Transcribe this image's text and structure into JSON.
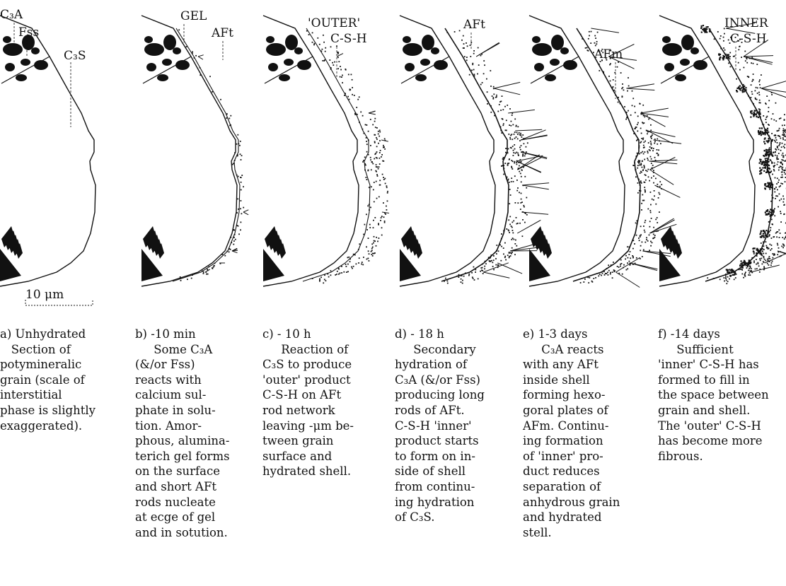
{
  "labels": {
    "a_c3a": "C₃A",
    "a_fss": "Fss",
    "a_c3s": "C₃S",
    "b_gel": "GEL",
    "b_aft": "AFt",
    "c_outer": "'OUTER'",
    "c_csh": "C-S-H",
    "d_aft": "AFt",
    "e_afm": "AFm",
    "f_inner": "INNER",
    "f_csh": "C-S-H"
  },
  "scale_bar": {
    "label": "10 μm"
  },
  "panels": [
    {
      "id": "a",
      "head": "a)  Unhydrated",
      "body": "   Section of\npotymineralic\ngrain (scale of\ninterstitial\nphase is slightly\nexaggerated)."
    },
    {
      "id": "b",
      "head": "b)  -10 min",
      "body": "     Some C₃A\n(&/or Fss)\nreacts with\ncalcium sul-\nphate in solu-\ntion. Amor-\nphous, alumina-\nterich gel forms\non the surface\nand short AFt\nrods nucleate\nat ecge of gel\nand in sotution."
    },
    {
      "id": "c",
      "head": "c)  - 10 h",
      "body": "     Reaction of\nC₃S to produce\n'outer' product\nC-S-H on AFt\nrod network\nleaving -μm be-\ntween grain\nsurface and\nhydrated shell."
    },
    {
      "id": "d",
      "head": "d)  - 18 h",
      "body": "     Secondary\nhydration of\nC₃A (&/or Fss)\nproducing long\nrods of AFt.\nC-S-H 'inner'\nproduct starts\nto form on in-\nside of shell\nfrom continu-\ning hydration\nof C₃S."
    },
    {
      "id": "e",
      "head": "e)  1-3 days",
      "body": "     C₃A reacts\nwith any AFt\ninside shell\nforming hexo-\ngoral plates of\nAFm. Continu-\ning formation\nof 'inner' pro-\nduct reduces\nseparation of\nanhydrous grain\nand hydrated\nstell."
    },
    {
      "id": "f",
      "head": "f)  -14 days",
      "body": "     Sufficient\n'inner' C-S-H has\nformed to fill in\nthe space between\ngrain and shell.\nThe 'outer' C-S-H\nhas become more\nfibrous."
    }
  ]
}
